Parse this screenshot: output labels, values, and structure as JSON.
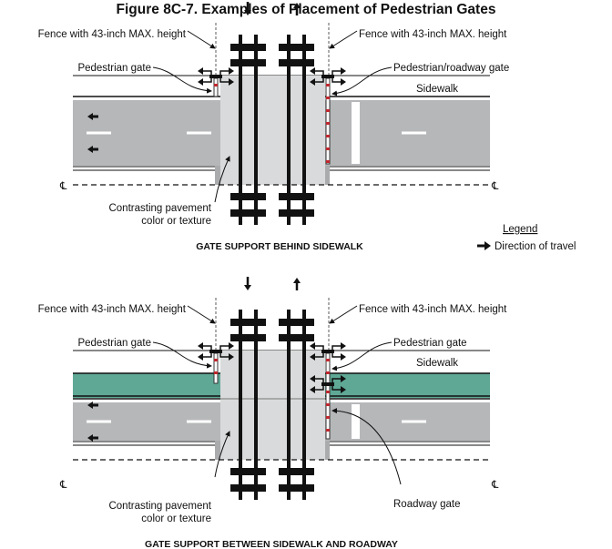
{
  "title": "Figure 8C-7.  Examples of Placement of Pedestrian Gates",
  "colors": {
    "road": "#b5b7b9",
    "crossing": "#d9dadb",
    "curb_strip": "#a9abad",
    "buffer_green": "#5fa896",
    "gate_red": "#c0272d",
    "rail": "#111111"
  },
  "centerline_symbol": "℄",
  "top": {
    "fence_left": "Fence with 43-inch MAX. height",
    "fence_right": "Fence with 43-inch MAX. height",
    "ped_gate": "Pedestrian gate",
    "ped_road_gate": "Pedestrian/roadway gate",
    "sidewalk": "Sidewalk",
    "contrast_1": "Contrasting pavement",
    "contrast_2": "color or texture",
    "caption": "GATE SUPPORT BEHIND SIDEWALK"
  },
  "legend": {
    "title": "Legend",
    "item": "Direction of travel"
  },
  "bottom": {
    "fence_left": "Fence with 43-inch MAX. height",
    "fence_right": "Fence with 43-inch MAX. height",
    "ped_gate_left": "Pedestrian gate",
    "ped_gate_right": "Pedestrian gate",
    "sidewalk": "Sidewalk",
    "contrast_1": "Contrasting pavement",
    "contrast_2": "color or texture",
    "roadway_gate": "Roadway gate",
    "caption": "GATE SUPPORT BETWEEN SIDEWALK AND ROADWAY"
  }
}
